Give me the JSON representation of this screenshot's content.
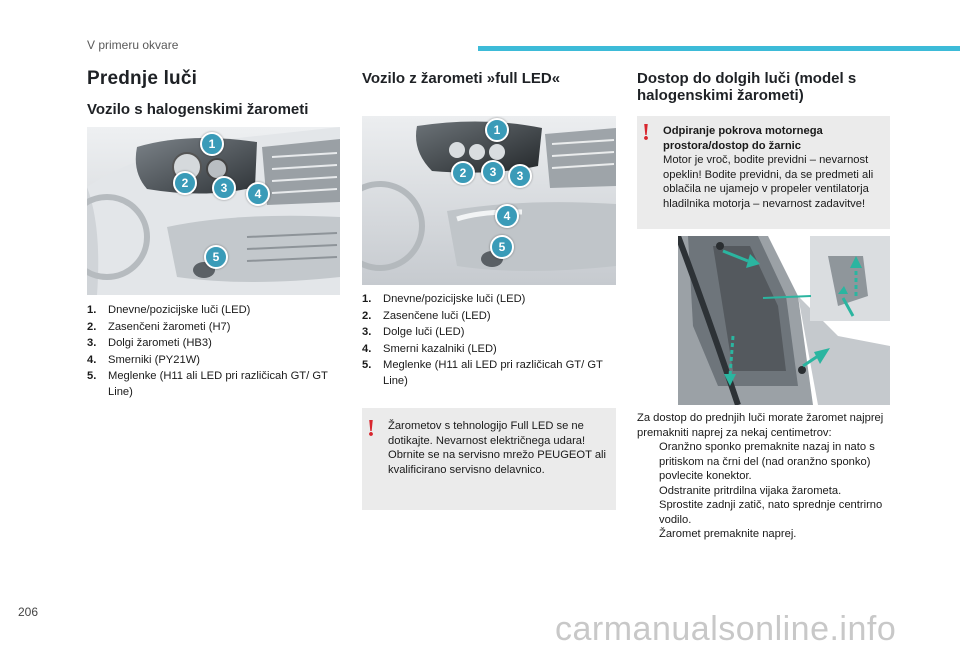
{
  "header": {
    "section": "V primeru okvare"
  },
  "page_number": "206",
  "col1": {
    "title": "Prednje luči",
    "subtitle": "Vozilo s halogenskimi žarometi",
    "badges": [
      "1",
      "2",
      "3",
      "4",
      "5"
    ],
    "items": [
      {
        "num": "1.",
        "text": "Dnevne/pozicijske luči (LED)"
      },
      {
        "num": "2.",
        "text": "Zasenčeni žarometi (H7)"
      },
      {
        "num": "3.",
        "text": "Dolgi žarometi (HB3)"
      },
      {
        "num": "4.",
        "text": "Smerniki (PY21W)"
      },
      {
        "num": "5.",
        "text": "Meglenke (H11 ali LED pri različicah GT/ GT Line)"
      }
    ]
  },
  "col2": {
    "title": "Vozilo z žarometi »full LED«",
    "badges": [
      "1",
      "2",
      "3",
      "3",
      "4",
      "5"
    ],
    "items": [
      {
        "num": "1.",
        "text": "Dnevne/pozicijske luči (LED)"
      },
      {
        "num": "2.",
        "text": "Zasenčene luči (LED)"
      },
      {
        "num": "3.",
        "text": "Dolge luči (LED)"
      },
      {
        "num": "4.",
        "text": "Smerni kazalniki (LED)"
      },
      {
        "num": "5.",
        "text": "Meglenke (H11 ali LED pri različicah GT/ GT Line)"
      }
    ],
    "warning": {
      "mark": "!",
      "text": "Žarometov s tehnologijo Full LED se ne dotikajte. Nevarnost električnega udara! Obrnite se na servisno mrežo PEUGEOT ali kvalificirano servisno delavnico."
    }
  },
  "col3": {
    "title": "Dostop do dolgih luči (model s halogenskimi žarometi)",
    "warning": {
      "mark": "!",
      "heading": "Odpiranje pokrova motornega prostora/dostop do žarnic",
      "text": "Motor je vroč, bodite previdni – nevarnost opeklin! Bodite previdni, da se predmeti ali oblačila ne ujamejo v propeler ventilatorja hladilnika motorja – nevarnost zadavitve!"
    },
    "intro": "Za dostop do prednjih luči morate žaromet najprej premakniti naprej za nekaj centimetrov:",
    "check_glyph": "",
    "steps": [
      "Oranžno sponko premaknite nazaj in nato s pritiskom na črni del (nad oranžno sponko) povlecite konektor.",
      "Odstranite pritrdilna vijaka žarometa.",
      "Sprostite zadnji zatič, nato sprednje centrirno vodilo.",
      "Žaromet premaknite naprej."
    ]
  },
  "watermark": "carmanualsonline.info",
  "colors": {
    "accent": "#3dbbd8",
    "badge": "#3a9bb8",
    "warning": "#d8262e",
    "box": "#ebebeb"
  }
}
